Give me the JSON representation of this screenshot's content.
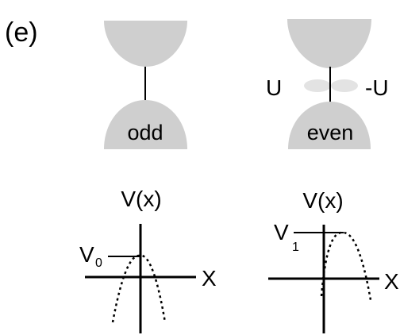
{
  "panel_label": "(e)",
  "odd_diagram": {
    "text": "odd"
  },
  "even_diagram": {
    "text": "even",
    "left_label": "U",
    "right_label": "-U"
  },
  "left_plot": {
    "title": "V(x)",
    "axis_label": "X",
    "level_symbol": "V",
    "level_subscript": "0"
  },
  "right_plot": {
    "title": "V(x)",
    "axis_label": "X",
    "level_symbol": "V",
    "level_subscript": "1"
  },
  "colors": {
    "cone_fill": "#cfcfcf",
    "lobe_fill": "#e3e3e3",
    "line": "#000000"
  }
}
